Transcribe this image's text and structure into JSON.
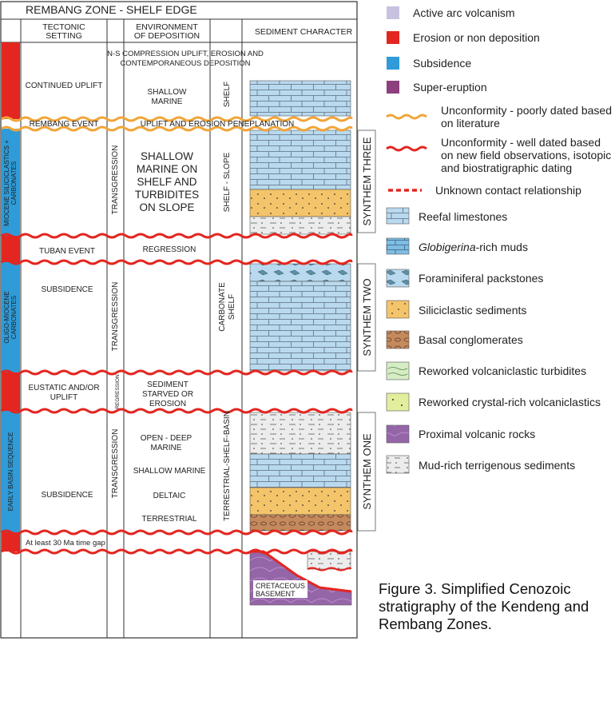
{
  "title": "REMBANG ZONE - SHELF EDGE",
  "headers": {
    "tectonic": [
      "TECTONIC",
      "SETTING"
    ],
    "environment": [
      "ENVIRONMENT",
      "OF DEPOSITION"
    ],
    "sediment": "SEDIMENT CHARACTER"
  },
  "side_labels": {
    "upper": [
      "MIOCENE SILICICLASTICS +",
      "CARBONATES"
    ],
    "middle": [
      "OLIGO-MIOCENE",
      "CARBONATES"
    ],
    "lower": "EARLY BASIN SEQUENCE"
  },
  "rows": {
    "top_note": [
      "N-S COMPRESSION UPLIFT, EROSION AND",
      "CONTEMPORANEOUS DEPOSITION"
    ],
    "continued_uplift": "CONTINUED UPLIFT",
    "shallow_marine_top": [
      "SHALLOW",
      "MARINE"
    ],
    "shelf": "SHELF",
    "rembang_event": "REMBANG EVENT",
    "uplift_erosion": "UPLIFT AND EROSION PENEPLANATION",
    "transgression": "TRANSGRESSION",
    "shelf_turbidites": [
      "SHALLOW",
      "MARINE ON",
      "SHELF AND",
      "TURBIDITES",
      "ON SLOPE"
    ],
    "shelf_slope": "SHELF - SLOPE",
    "tuban_event": "TUBAN EVENT",
    "regression": "REGRESSION",
    "subsidence": "SUBSIDENCE",
    "carbonate_shelf": [
      "CARBONATE",
      "SHELF"
    ],
    "eustatic": [
      "EUSTATIC AND/OR",
      "UPLIFT"
    ],
    "regression_small": "REGRESSION",
    "sediment_starved": [
      "SEDIMENT",
      "STARVED OR",
      "EROSION"
    ],
    "open_deep": [
      "OPEN - DEEP",
      "MARINE"
    ],
    "shallow_marine": "SHALLOW MARINE",
    "deltaic": "DELTAIC",
    "terrestrial": "TERRESTRIAL",
    "terrestrial_shelf_basin": "TERRESTRIAL-SHELF-BASIN",
    "time_gap": "At least 30 Ma time gap",
    "cretaceous": [
      "CRETACEOUS",
      "BASEMENT"
    ]
  },
  "synthems": {
    "three": "SYNTHEM THREE",
    "two": "SYNTHEM TWO",
    "one": "SYNTHEM ONE"
  },
  "legend": [
    {
      "label": "Active arc volcanism"
    },
    {
      "label": "Erosion or non deposition"
    },
    {
      "label": "Subsidence"
    },
    {
      "label": "Super-eruption"
    },
    {
      "label": "Unconformity - poorly dated based on literature"
    },
    {
      "label": "Unconformity - well dated based on new field observations, isotopic and biostratigraphic dating"
    },
    {
      "label": "Unknown contact relationship"
    },
    {
      "label": "Reefal limestones"
    },
    {
      "label_italic": "Globigerina",
      "label": "-rich muds"
    },
    {
      "label": "Foraminiferal packstones"
    },
    {
      "label": "Siliciclastic sediments"
    },
    {
      "label": "Basal conglomerates"
    },
    {
      "label": "Reworked volcaniclastic turbidites"
    },
    {
      "label": "Reworked crystal-rich volcaniclastics"
    },
    {
      "label": "Proximal volcanic rocks"
    },
    {
      "label": "Mud-rich terrigenous sediments"
    }
  ],
  "caption": [
    "Figure 3. Simplified Cenozoic",
    "stratigraphy of the Kendeng and",
    "Rembang Zones."
  ],
  "colors": {
    "arc": "#c8c2e0",
    "erosion": "#e32620",
    "subsidence": "#2f9bd8",
    "super_eruption": "#8e3f7e",
    "unconf_poor": "#f0a53a",
    "unconf_well": "#e32620",
    "reef": "#b9d9ee",
    "globigerina": "#7dbde4",
    "siliciclastic": "#f4c46a",
    "conglomerate": "#c48a5e",
    "turbidite": "#d5ecc4",
    "crystal": "#e2ee9c",
    "volcanic": "#8c5aa0",
    "mud": "#e5e5e5"
  }
}
